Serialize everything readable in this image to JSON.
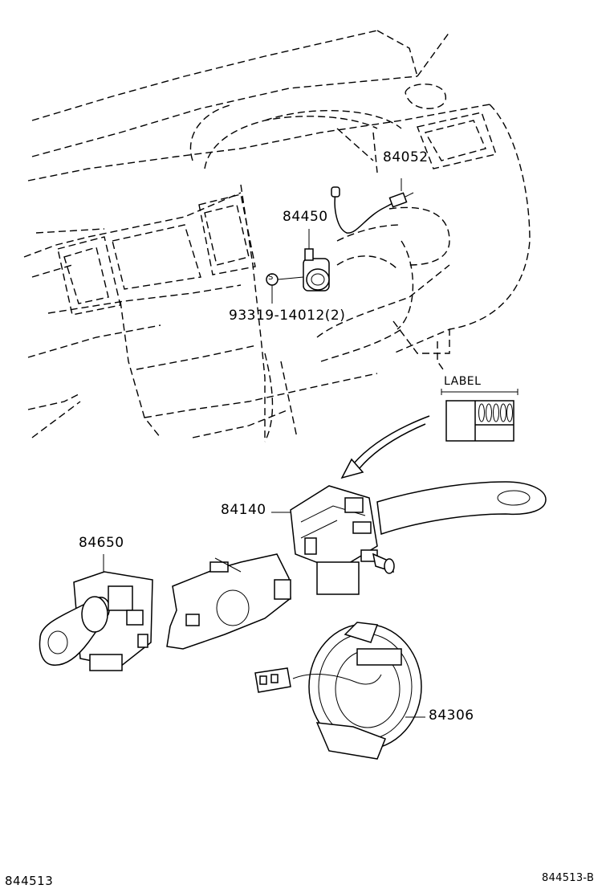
{
  "parts": {
    "p84052": "84052",
    "p84450": "84450",
    "p93319": "93319-14012(2)",
    "p84140": "84140",
    "p84650": "84650",
    "p84306": "84306"
  },
  "screw_symbol": "S",
  "label_tag": "LABEL",
  "footer": {
    "left_code": "844513",
    "right_code": "844513-B"
  }
}
